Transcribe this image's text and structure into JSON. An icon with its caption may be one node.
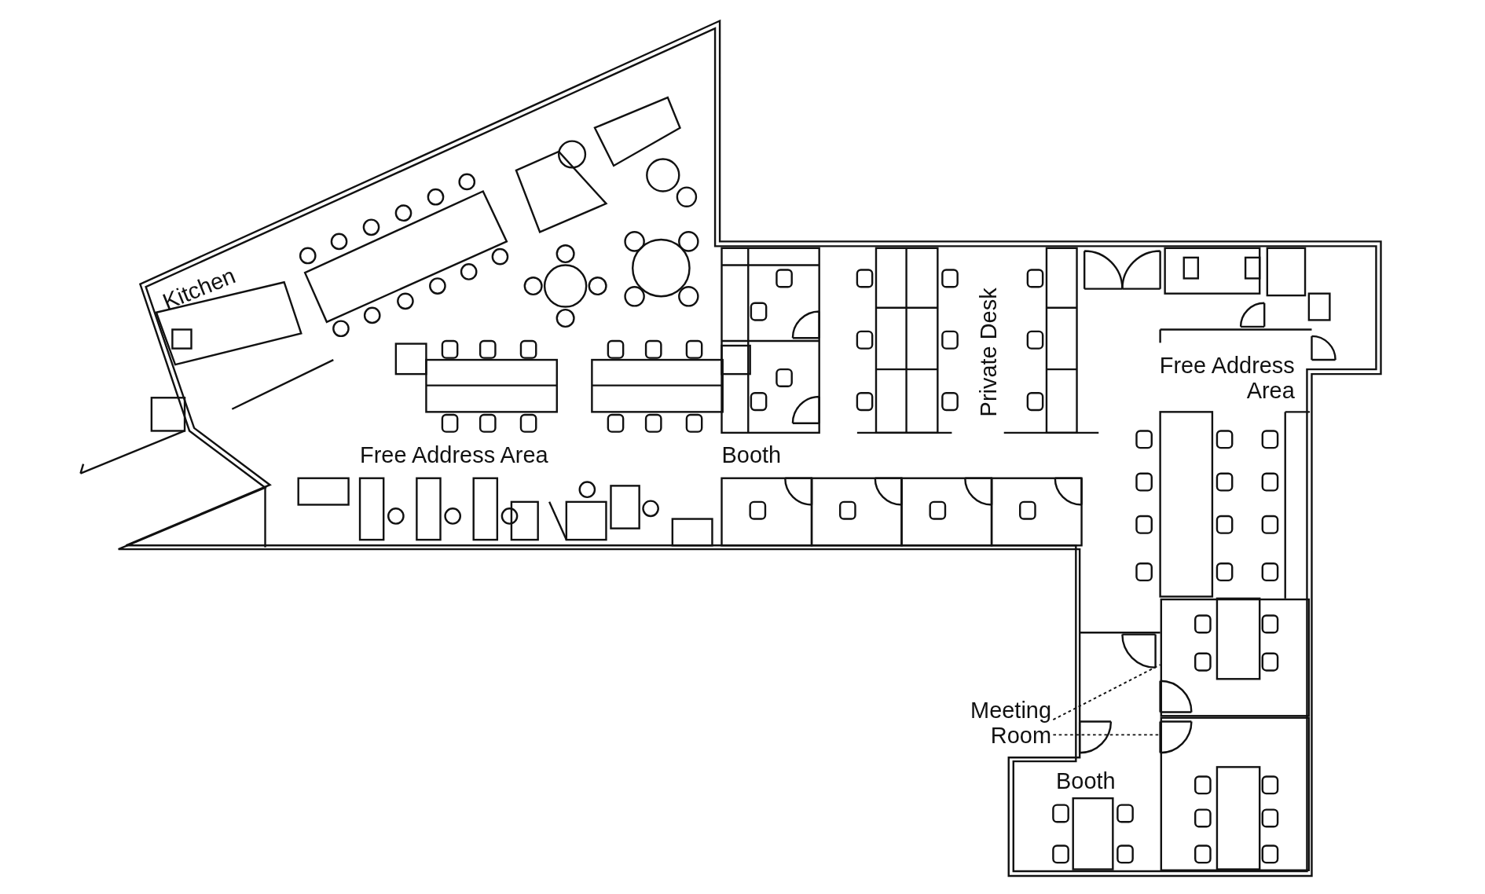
{
  "diagram": {
    "nodes": [
      {
        "text": [
          "Meeting Room"
        ]
      },
      {
        "text": [],
        "shape": "box"
      },
      {
        "text": [],
        "shape": "box"
      }
    ],
    "edges": [
      {
        "from": 0,
        "to": 1,
        "arrow": "none",
        "style": "dashed"
      },
      {
        "from": 0,
        "to": 2,
        "arrow": "none",
        "style": "dashed"
      }
    ],
    "labels": [
      "Kitchen",
      "Private Desk",
      "Free Address Area",
      "Free Address Area",
      "Booth",
      "Booth"
    ]
  }
}
